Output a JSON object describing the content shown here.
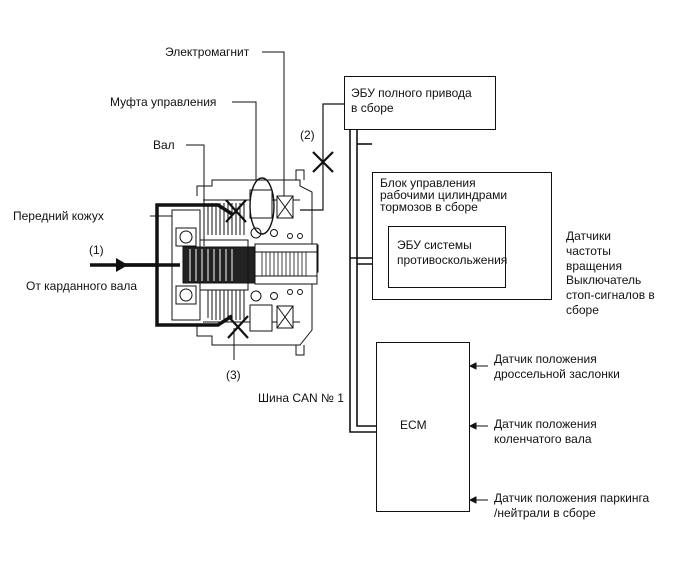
{
  "left_labels": {
    "electromagnet": "Электромагнит",
    "control_clutch": "Муфта управления",
    "shaft": "Вал",
    "front_housing": "Передний кожух",
    "from_driveshaft": "От карданного вала",
    "marker_1": "(1)",
    "marker_2": "(2)",
    "marker_3": "(3)",
    "can_bus": "Шина CAN № 1"
  },
  "ecu_4wd": {
    "line1": "ЭБУ полного привода",
    "line2": "в сборе"
  },
  "brake_block": {
    "line1": "Блок управления",
    "line2": "рабочими цилиндрами",
    "line3": "тормозов в сборе"
  },
  "abs_ecu": {
    "line1": "ЭБУ системы",
    "line2": "противоскольжения"
  },
  "ecm": {
    "label": "ECM"
  },
  "right_labels": {
    "speed_sensors_1": "Датчики",
    "speed_sensors_2": "частоты",
    "speed_sensors_3": "вращения",
    "stop_switch_1": "Выключатель",
    "stop_switch_2": "стоп-сигналов в",
    "stop_switch_3": "сборе",
    "throttle_1": "Датчик положения",
    "throttle_2": "дроссельной заслонки",
    "crank_1": "Датчик положения",
    "crank_2": "коленчатого вала",
    "park_1": "Датчик положения паркинга",
    "park_2": "/нейтрали в сборе"
  }
}
